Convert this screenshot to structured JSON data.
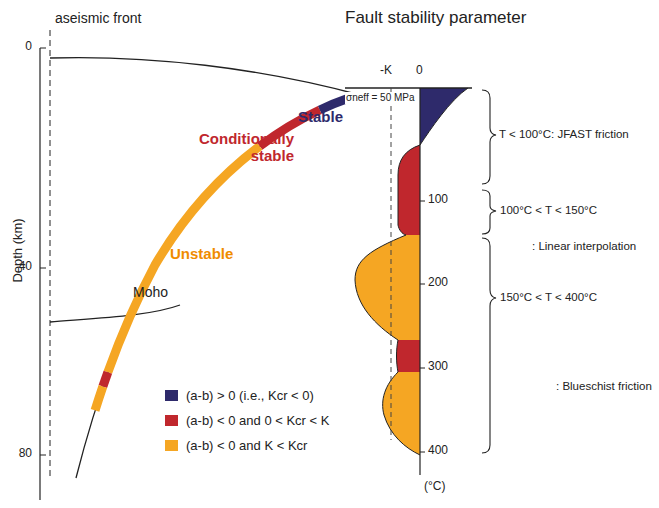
{
  "diagram": {
    "title": "Fault stability parameter",
    "labels": [
      "aseismic front",
      "0",
      "40",
      "80",
      "Depth (km)",
      "Moho",
      "Stable",
      "Conditionally stable",
      "Unstable",
      "-K",
      "0",
      "σneff = 50 MPa",
      "100",
      "200",
      "300",
      "400",
      "(°C)",
      "T < 100°C: JFAST friction",
      "100°C < T < 150°C",
      ": Linear interpolation",
      "150°C < T < 400°C",
      ": Blueschist friction"
    ],
    "legend": [
      {
        "text": "(a-b) > 0 (i.e., Kcr < 0)",
        "color": "#2e2a6b"
      },
      {
        "text": "(a-b) < 0 and 0 < Kcr < K",
        "color": "#c0272d"
      },
      {
        "text": "(a-b) < 0 and K < Kcr",
        "color": "#f5a623"
      }
    ]
  }
}
